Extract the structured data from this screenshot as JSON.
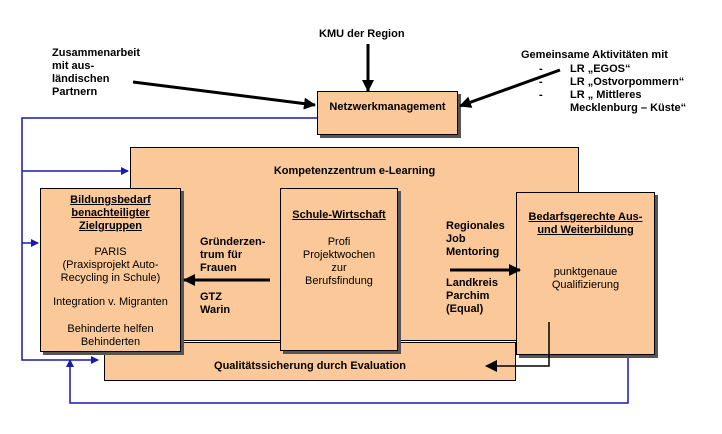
{
  "top": {
    "kmu": "KMU der Region",
    "partners": [
      "Zusammenarbeit",
      "mit aus-",
      "ländischen",
      "Partnern"
    ],
    "activities_title": "Gemeinsame Aktivitäten mit",
    "activities": [
      {
        "dash": "-",
        "text": "LR „EGOS“"
      },
      {
        "dash": "-",
        "text": "LR „Ostvorpommern“"
      },
      {
        "dash": "-",
        "text": "LR „ Mittleres"
      }
    ],
    "activities_cont": "Mecklenburg – Küste“"
  },
  "network": {
    "label": "Netzwerkmanagement"
  },
  "competence": {
    "label": "Kompetenzzentrum e-Learning"
  },
  "quality": {
    "label": "Qualitätssicherung durch Evaluation"
  },
  "bildung": {
    "title": [
      "Bildungsbedarf",
      "benachteiligter",
      "Zielgruppen"
    ],
    "paris": [
      "PARIS",
      "(Praxisprojekt Auto-",
      "Recycling in Schule)"
    ],
    "integration": "Integration v. Migranten",
    "behinderte": [
      "Behinderte helfen",
      "Behinderten"
    ]
  },
  "middle_left": {
    "gruender": [
      "Gründerzen-",
      "trum für",
      "Frauen"
    ],
    "gtz": [
      "GTZ",
      "Warin"
    ]
  },
  "schule": {
    "title": "Schule-Wirtschaft",
    "body": [
      "Profi",
      "Projektwochen",
      "zur",
      "Berufsfindung"
    ]
  },
  "middle_right": {
    "mentoring": [
      "Regionales",
      "Job",
      "Mentoring"
    ],
    "landkreis": [
      "Landkreis",
      "Parchim",
      "(Equal)"
    ]
  },
  "bedarf": {
    "title": [
      "Bedarfsgerechte Aus-",
      "und Weiterbildung"
    ],
    "body": [
      "punktgenaue",
      "Qualifizierung"
    ]
  },
  "colors": {
    "box_fill": "#fbc999",
    "blue_line": "#1a1aa8",
    "black_arrow": "#000000"
  }
}
